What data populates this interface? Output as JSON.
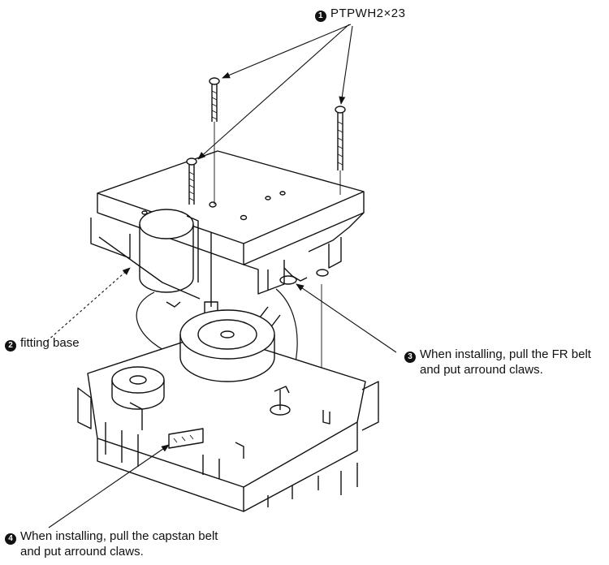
{
  "callouts": {
    "screw": {
      "number": "1",
      "text": "PTPWH2×23"
    },
    "fitting_base": {
      "number": "2",
      "text": "fitting base"
    },
    "fr_belt": {
      "number": "3",
      "line1": "When installing, pull the FR belt",
      "line2": "and put arround claws."
    },
    "capstan_belt": {
      "number": "4",
      "line1": "When installing, pull the capstan belt",
      "line2": "and put arround claws."
    }
  },
  "colors": {
    "ink": "#111111",
    "paper": "#ffffff"
  }
}
